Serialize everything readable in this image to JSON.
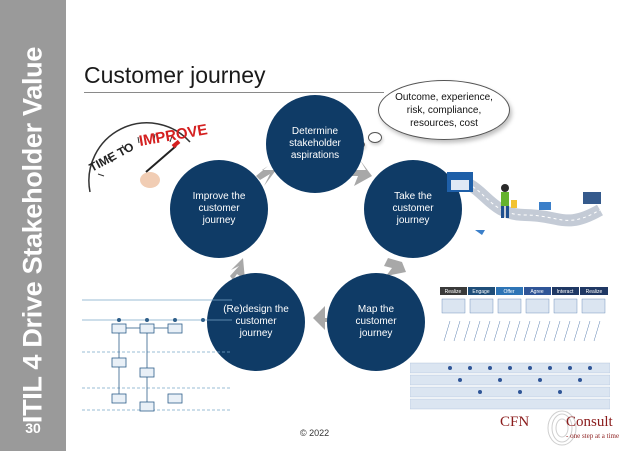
{
  "sidebar": {
    "title": "ITIL 4 Drive Stakeholder Value",
    "page_number": "30"
  },
  "slide": {
    "title": "Customer journey"
  },
  "thought_bubble": {
    "text": "Outcome, experience, risk, compliance, resources, cost"
  },
  "cycle_steps": [
    {
      "label": "Determine stakeholder aspirations"
    },
    {
      "label": "Take the customer journey"
    },
    {
      "label": "Map the customer journey"
    },
    {
      "label": "(Re)design the customer journey"
    },
    {
      "label": "Improve the customer journey"
    }
  ],
  "illustrations": {
    "improve_image": {
      "words": [
        "TIME TO",
        "IMPROVE"
      ]
    },
    "journey_map": {
      "stage_headers": [
        "Realize",
        "Engage",
        "Offer",
        "Agree",
        "Interact",
        "Realize"
      ]
    }
  },
  "footer": {
    "copyright": "© 2022",
    "logo_left": "CFN",
    "logo_right": "Consult",
    "logo_tagline": "- one step at a time"
  },
  "colors": {
    "step_fill": "#0f3b66",
    "sidebar": "#9a9a9a",
    "arrow": "#a8a8a8",
    "logo": "#8b1c1c"
  }
}
